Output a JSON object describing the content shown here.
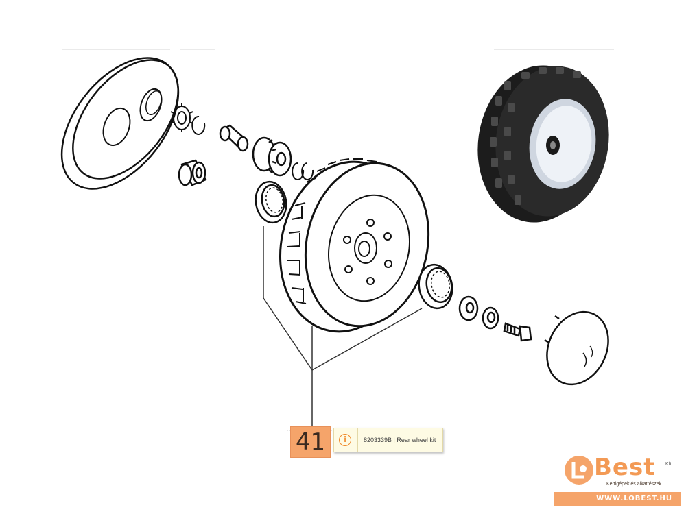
{
  "callout": {
    "number": "41",
    "tooltip_text": "8203339B | Rear wheel kit",
    "tooltip_icon": "info-icon"
  },
  "brand": {
    "name": "Best",
    "suffix": "Kft.",
    "tagline": "Kertigépek és alkatrészek",
    "url": "WWW.LOBEST.HU",
    "accent_color": "#f5a46a"
  }
}
